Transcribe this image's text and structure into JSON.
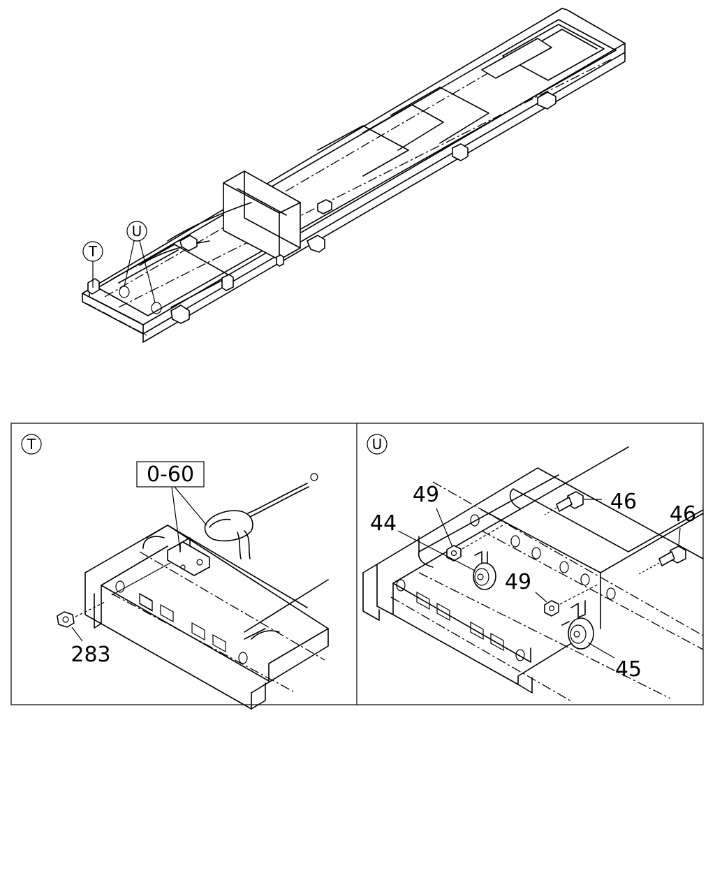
{
  "overview": {
    "callout_t": "T",
    "callout_u": "U"
  },
  "panels": [
    {
      "id": "T",
      "title": "T",
      "ref_code": "0-60",
      "parts": [
        {
          "number": "283"
        }
      ]
    },
    {
      "id": "U",
      "title": "U",
      "parts": [
        {
          "number": "49"
        },
        {
          "number": "44"
        },
        {
          "number": "46"
        },
        {
          "number": "46"
        },
        {
          "number": "49"
        },
        {
          "number": "45"
        }
      ]
    }
  ]
}
